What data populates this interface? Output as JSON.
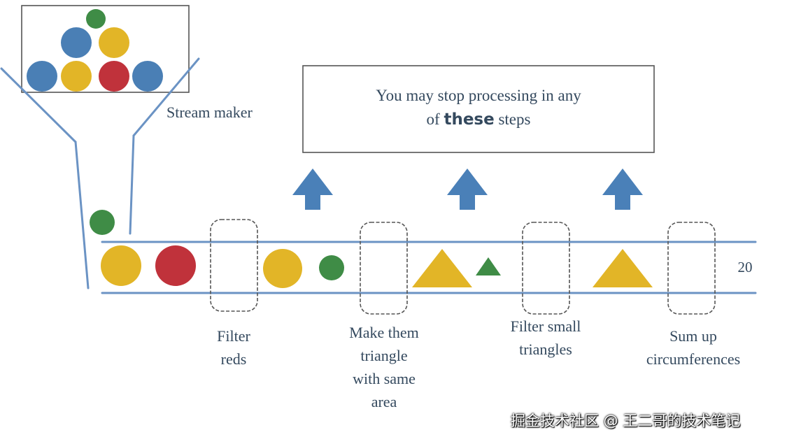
{
  "labels": {
    "stream_maker": "Stream maker",
    "info_line1": "You may stop processing in any",
    "info_line2_pre": "of ",
    "info_line2_bold": "these",
    "info_line2_post": " steps",
    "step_filter_reds": [
      "Filter",
      "reds"
    ],
    "step_make_triangle": [
      "Make them",
      "triangle",
      "with same",
      "area"
    ],
    "step_filter_small": [
      "Filter small",
      "triangles"
    ],
    "step_sum": [
      "Sum up",
      "circumferences"
    ],
    "result": "20",
    "watermark": "掘金技术社区 @ 王二哥的技术笔记"
  },
  "colors": {
    "blue": "#4a7fb5",
    "yellow": "#e2b527",
    "red": "#c0323b",
    "green": "#3f8c46",
    "line_blue": "#6b93c4",
    "arrow_blue": "#4a80b8",
    "frame": "#555555"
  },
  "icons": [
    "up-arrow-icon",
    "up-arrow-icon",
    "up-arrow-icon"
  ]
}
